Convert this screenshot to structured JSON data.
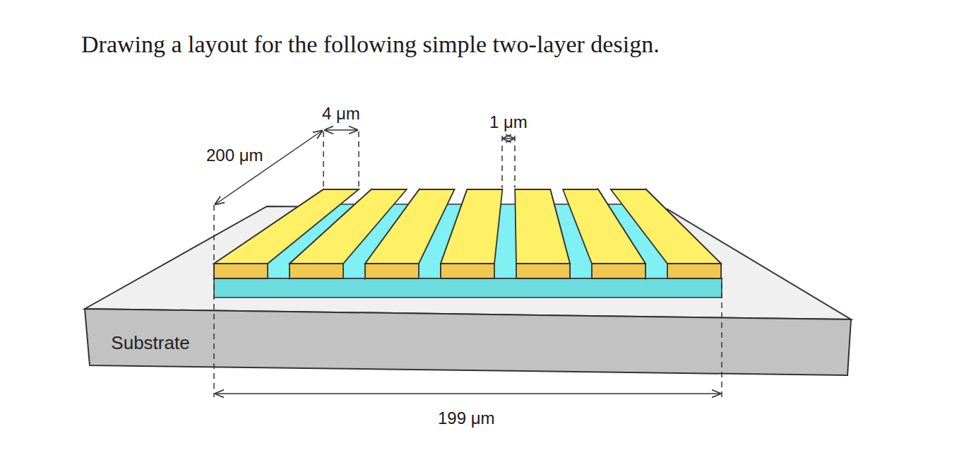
{
  "diagram": {
    "title": "Drawing a layout for the following simple two-layer design.",
    "nodes": [
      {
        "text": [
          "Substrate"
        ]
      }
    ],
    "labels": [
      "4 μm",
      "1 μm",
      "200 μm",
      "199 μm"
    ]
  }
}
